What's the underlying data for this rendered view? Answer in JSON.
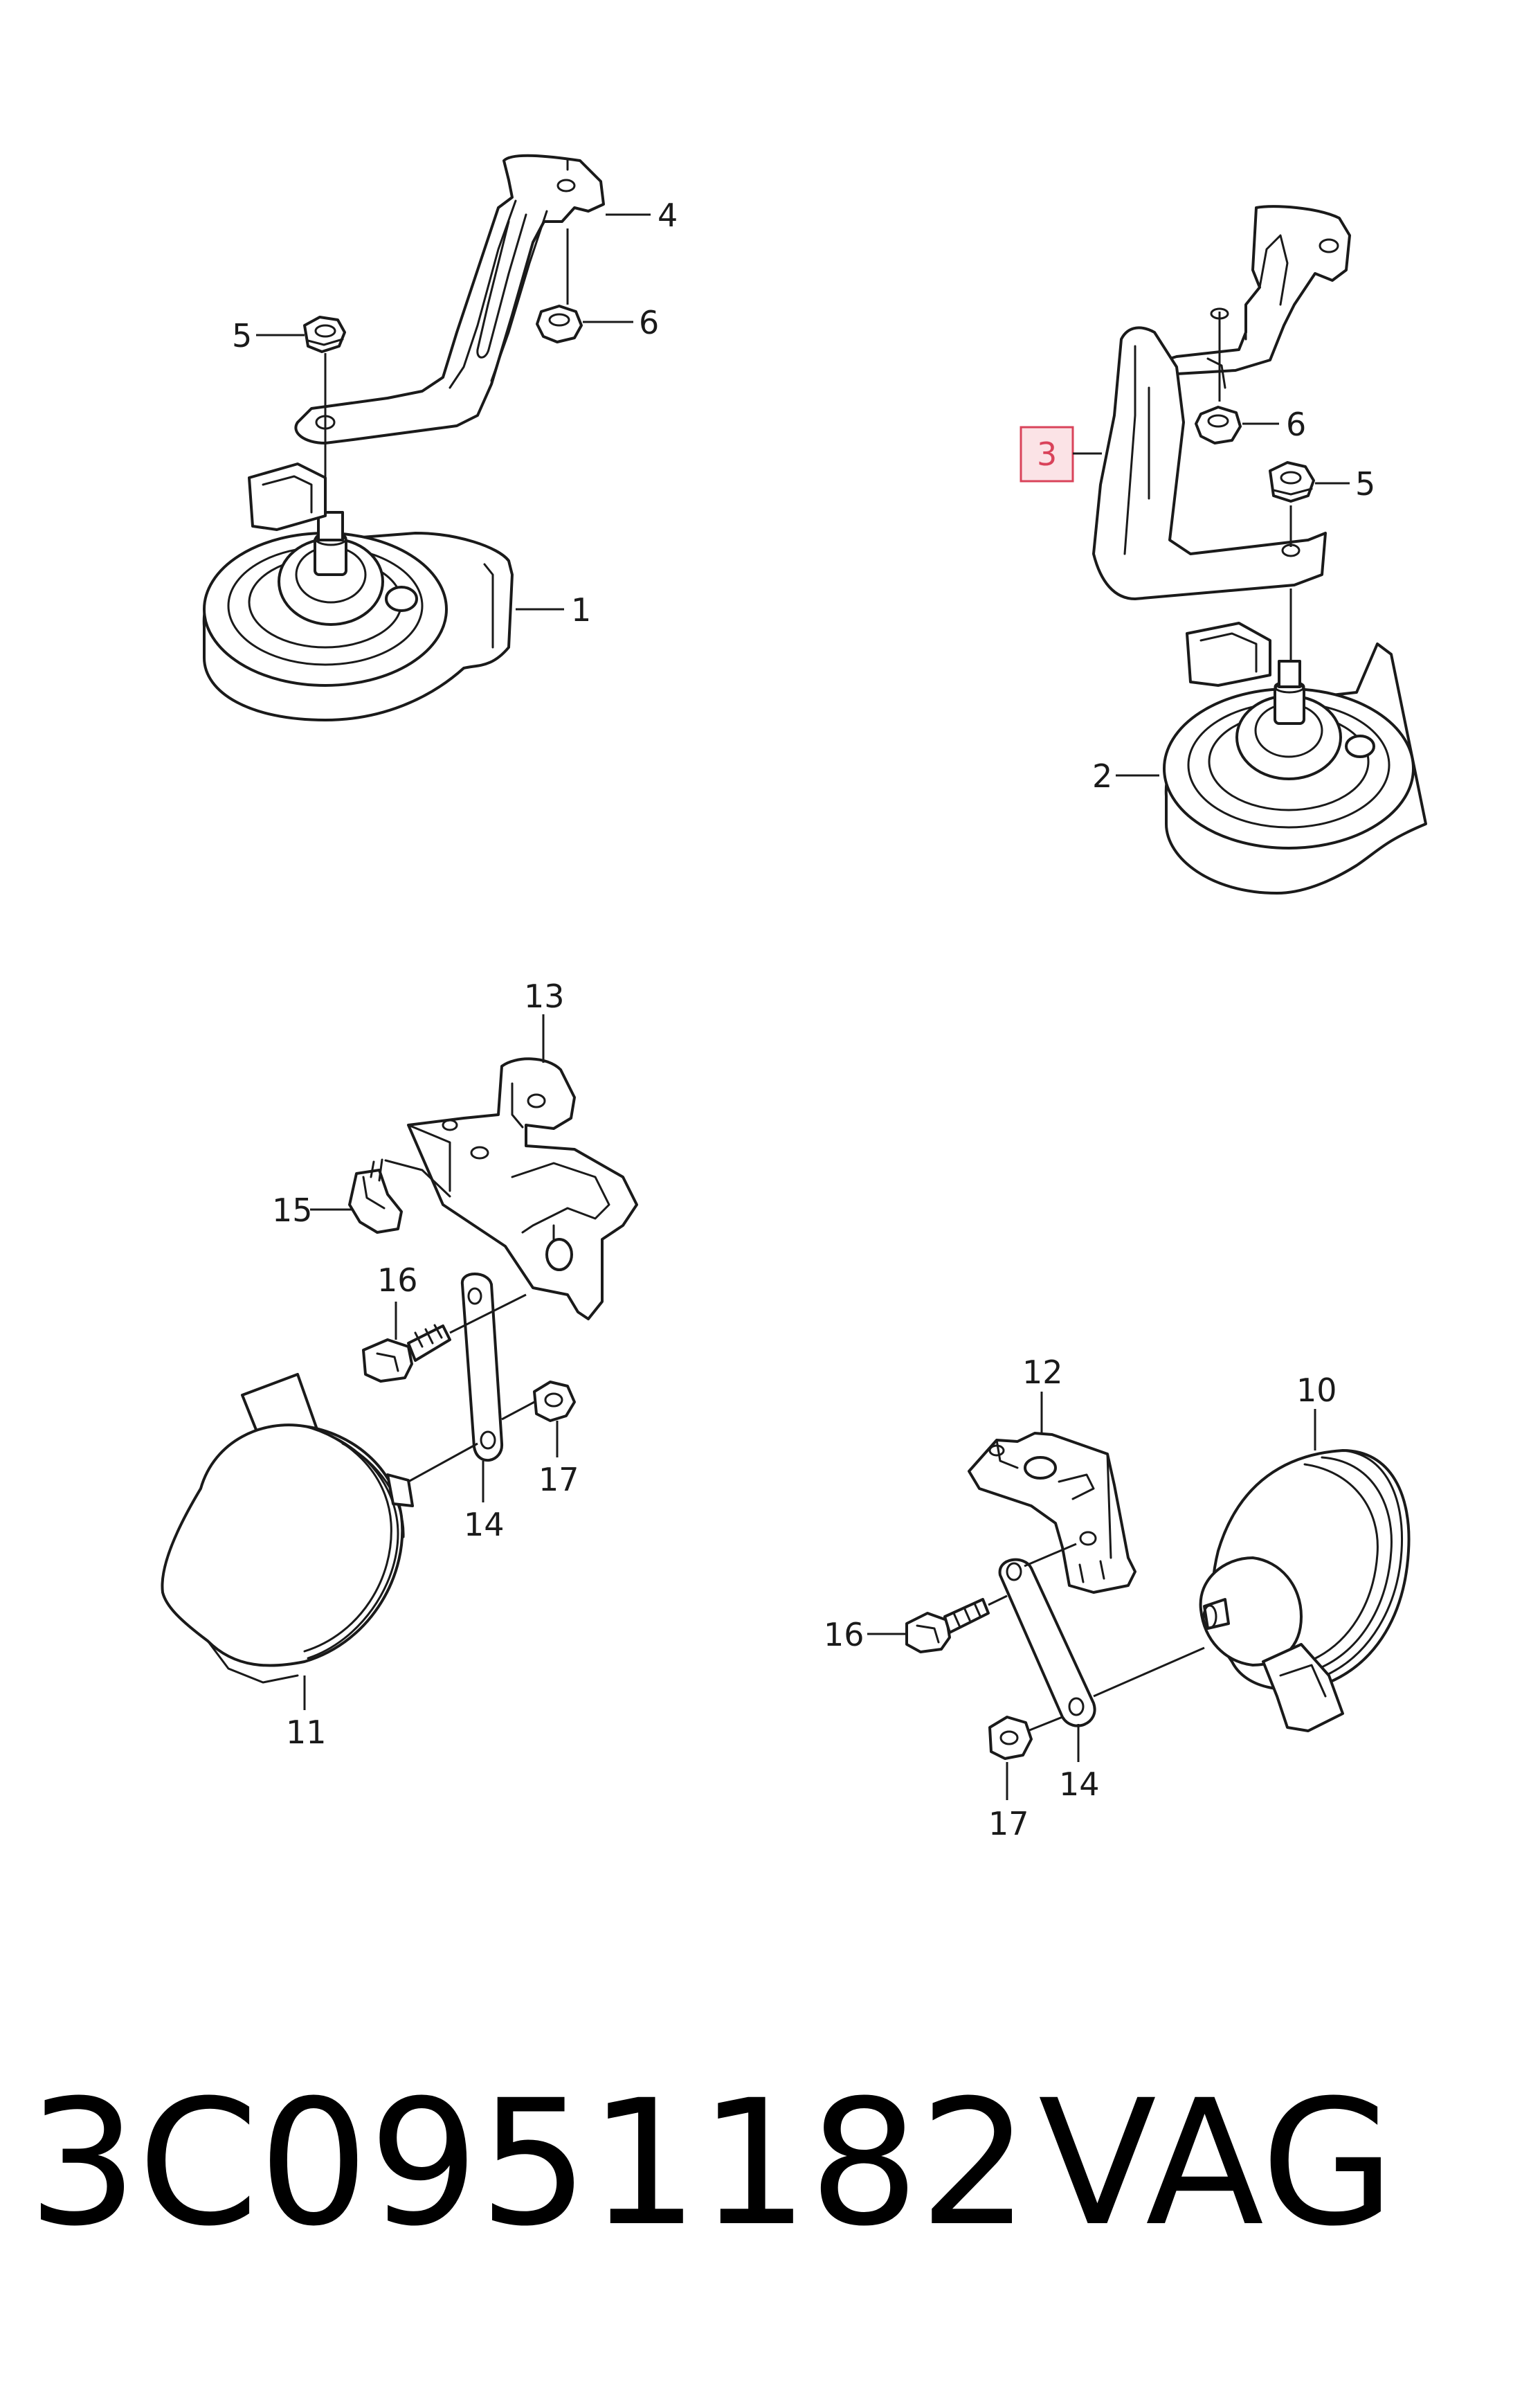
{
  "diagram": {
    "callouts": {
      "c1": "1",
      "c2": "2",
      "c3": "3",
      "c4": "4",
      "c5a": "5",
      "c5b": "5",
      "c6a": "6",
      "c6b": "6",
      "c10": "10",
      "c11": "11",
      "c12": "12",
      "c13": "13",
      "c14a": "14",
      "c14b": "14",
      "c15": "15",
      "c16a": "16",
      "c16b": "16",
      "c17a": "17",
      "c17b": "17"
    },
    "highlighted_callout": "3",
    "highlight_color": "#d9435a",
    "highlight_fill": "#fbe3e6"
  },
  "footer": {
    "part_number": "3C0951182",
    "brand": "VAG"
  }
}
